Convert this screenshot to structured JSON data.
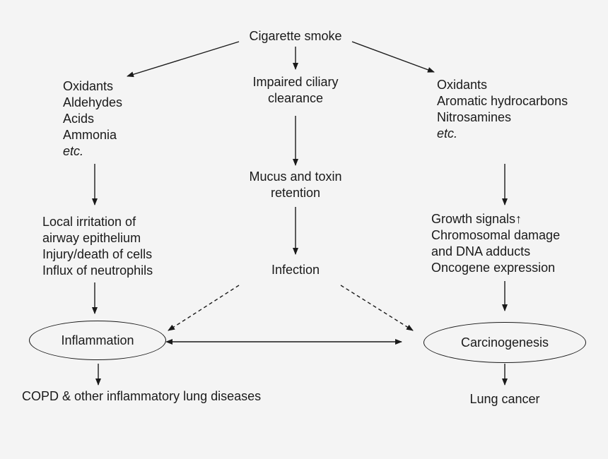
{
  "nodes": {
    "smoke": "Cigarette smoke",
    "left_agents": [
      "Oxidants",
      "Aldehydes",
      "Acids",
      "Ammonia",
      "etc."
    ],
    "ciliary": [
      "Impaired ciliary",
      "clearance"
    ],
    "right_agents": [
      "Oxidants",
      "Aromatic hydrocarbons",
      "Nitrosamines",
      "etc."
    ],
    "mucus": [
      "Mucus and toxin",
      "retention"
    ],
    "irritation": [
      "Local irritation of",
      "airway epithelium",
      "Injury/death of cells",
      "Influx of neutrophils"
    ],
    "growth": [
      "Growth signals↑",
      "Chromosomal damage",
      "and DNA adducts",
      "Oncogene expression"
    ],
    "infection": "Infection",
    "inflammation": "Inflammation",
    "carcinogenesis": "Carcinogenesis",
    "copd": "COPD & other inflammatory lung diseases",
    "lung_cancer": "Lung cancer"
  }
}
